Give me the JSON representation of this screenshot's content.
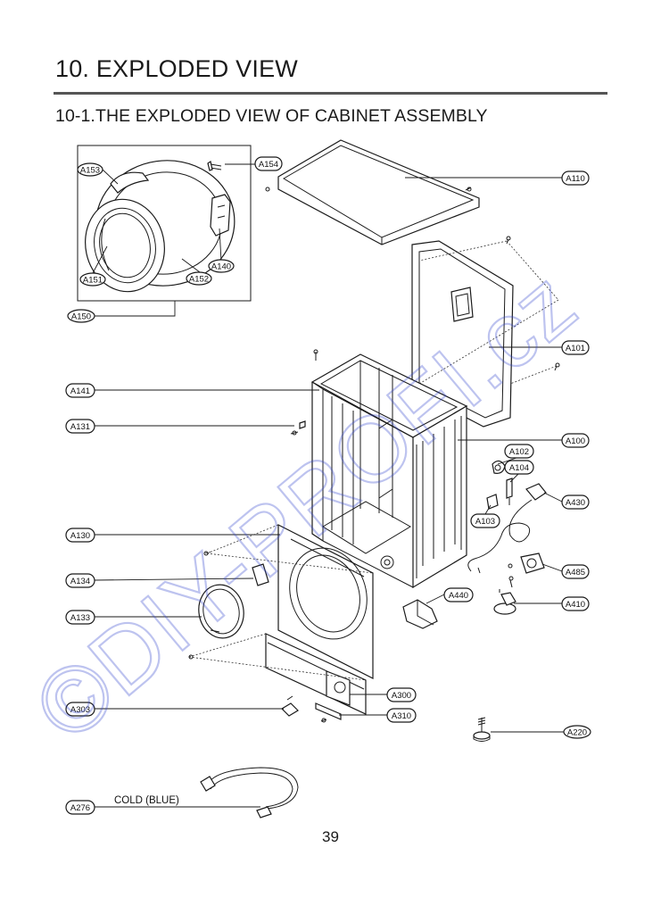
{
  "page": {
    "title": "10. EXPLODED VIEW",
    "section_title": "10-1.THE EXPLODED VIEW OF CABINET ASSEMBLY",
    "page_number": "39",
    "watermark": "©DIY-PROFI.cz"
  },
  "annotations": {
    "cold_hose": "COLD (BLUE)"
  },
  "parts": [
    {
      "id": "a153",
      "label": "A153"
    },
    {
      "id": "a154",
      "label": "A154"
    },
    {
      "id": "a151",
      "label": "A151"
    },
    {
      "id": "a152",
      "label": "A152"
    },
    {
      "id": "a140",
      "label": "A140"
    },
    {
      "id": "a150",
      "label": "A150"
    },
    {
      "id": "a110",
      "label": "A110"
    },
    {
      "id": "a101",
      "label": "A101"
    },
    {
      "id": "a141",
      "label": "A141"
    },
    {
      "id": "a131",
      "label": "A131"
    },
    {
      "id": "a100",
      "label": "A100"
    },
    {
      "id": "a102",
      "label": "A102"
    },
    {
      "id": "a104",
      "label": "A104"
    },
    {
      "id": "a430",
      "label": "A430"
    },
    {
      "id": "a103",
      "label": "A103"
    },
    {
      "id": "a130",
      "label": "A130"
    },
    {
      "id": "a134",
      "label": "A134"
    },
    {
      "id": "a485",
      "label": "A485"
    },
    {
      "id": "a133",
      "label": "A133"
    },
    {
      "id": "a440",
      "label": "A440"
    },
    {
      "id": "a410",
      "label": "A410"
    },
    {
      "id": "a300",
      "label": "A300"
    },
    {
      "id": "a303",
      "label": "A303"
    },
    {
      "id": "a310",
      "label": "A310"
    },
    {
      "id": "a220",
      "label": "A220"
    },
    {
      "id": "a276",
      "label": "A276"
    }
  ]
}
